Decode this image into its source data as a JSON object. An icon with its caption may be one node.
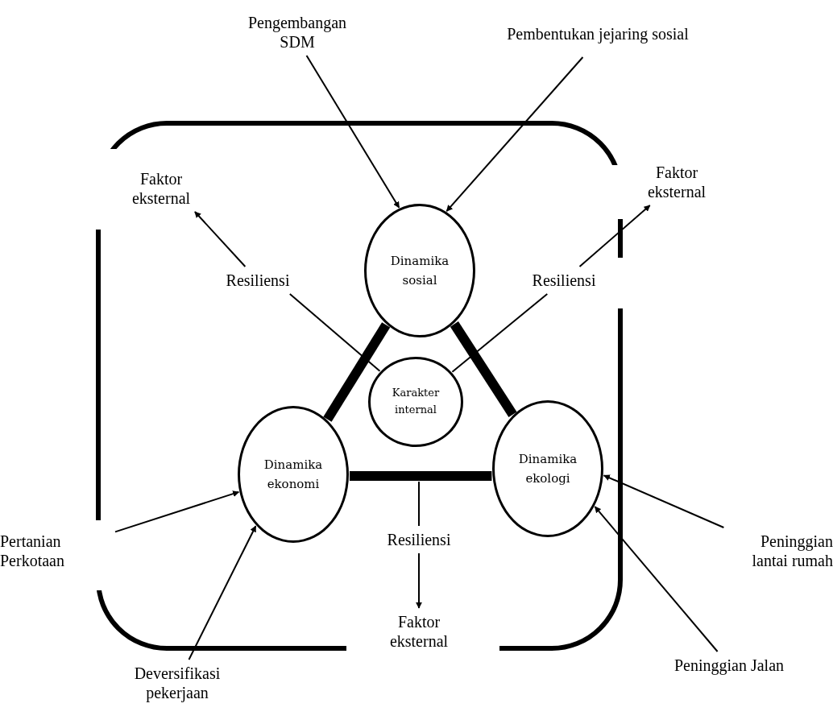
{
  "diagram": {
    "nodes": [
      {
        "text": [
          "Dinamika sosial"
        ]
      },
      {
        "text": [
          "Karakter internal"
        ]
      },
      {
        "text": [
          "Dinamika ekonomi"
        ]
      },
      {
        "text": [
          "Dinamika ekologi"
        ]
      },
      {
        "text": [
          "Pengembangan SDM"
        ]
      },
      {
        "text": [
          "Pembentukan jejaring sosial"
        ]
      },
      {
        "text": [
          "Faktor eksternal"
        ]
      },
      {
        "text": [
          "Resiliensi"
        ]
      },
      {
        "text": [
          "Faktor eksternal"
        ]
      },
      {
        "text": [
          "Resiliensi"
        ]
      },
      {
        "text": [
          "Resiliensi"
        ]
      },
      {
        "text": [
          "Faktor eksternal"
        ]
      },
      {
        "text": [
          "Pertanian Perkotaan"
        ]
      },
      {
        "text": [
          "Deversifikasi pekerjaan"
        ]
      },
      {
        "text": [
          "Peninggian lantai rumah"
        ]
      },
      {
        "text": [
          "Peninggian Jalan"
        ]
      }
    ],
    "edges": [
      {
        "from": 4,
        "to": 0,
        "arrow": "to"
      },
      {
        "from": 5,
        "to": 0,
        "arrow": "to"
      },
      {
        "from": 0,
        "to": 2,
        "arrow": "none",
        "style": "thick"
      },
      {
        "from": 0,
        "to": 3,
        "arrow": "none",
        "style": "thick"
      },
      {
        "from": 2,
        "to": 3,
        "arrow": "none",
        "style": "thick"
      },
      {
        "from": 1,
        "to": 7,
        "arrow": "none"
      },
      {
        "from": 7,
        "to": 6,
        "arrow": "to"
      },
      {
        "from": 1,
        "to": 9,
        "arrow": "none"
      },
      {
        "from": 9,
        "to": 8,
        "arrow": "to"
      },
      {
        "from": null,
        "to": 10,
        "arrow": "none"
      },
      {
        "from": 10,
        "to": 11,
        "arrow": "to"
      },
      {
        "from": 12,
        "to": 2,
        "arrow": "to"
      },
      {
        "from": 13,
        "to": 2,
        "arrow": "to"
      },
      {
        "from": 14,
        "to": 3,
        "arrow": "to"
      },
      {
        "from": 15,
        "to": 3,
        "arrow": "to"
      }
    ]
  }
}
